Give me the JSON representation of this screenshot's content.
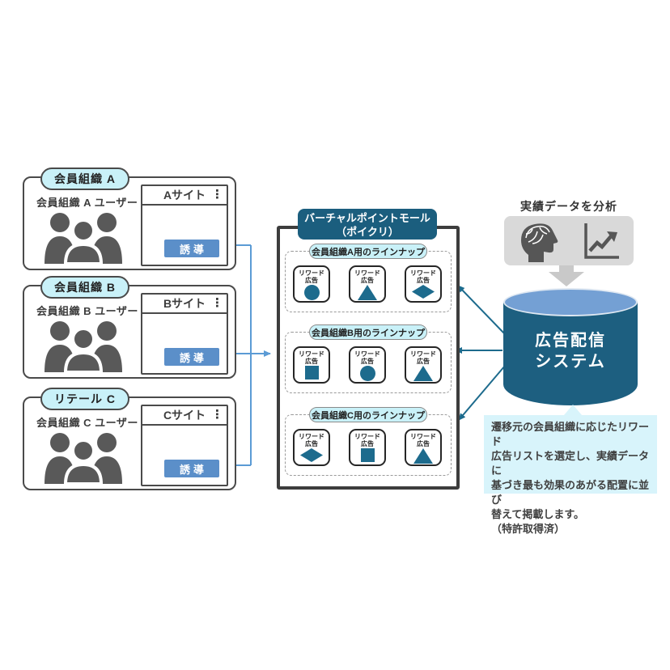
{
  "colors": {
    "accent_teal": "#1b5e7e",
    "cylinder_body": "#1d5f80",
    "cylinder_top": "#74a0d4",
    "shape_teal": "#1d6b8d",
    "button_blue": "#5b8fc9",
    "connector_blue": "#5b9bd5",
    "arrow_teal": "#1d6b8d",
    "pill_cyan": "#c9f1f8",
    "callout_cyan": "#d8f4fb",
    "icon_box_gray": "#d9d9d9",
    "icon_gray": "#565656",
    "people_gray": "#595959"
  },
  "icons": {
    "kebab_menu": "⋮",
    "users_group": "three-users-silhouette",
    "brain": "brain-in-head-profile",
    "chart": "line-chart-up-arrow",
    "down_arrow": "thick-down-arrow",
    "database": "cylinder-database"
  },
  "orgs": [
    {
      "label": "会員組織 A",
      "users_label": "会員組織 A ユーザー",
      "site_title": "Aサイト",
      "button_label": "誘導"
    },
    {
      "label": "会員組織 B",
      "users_label": "会員組織 B ユーザー",
      "site_title": "Bサイト",
      "button_label": "誘導"
    },
    {
      "label": "リテール C",
      "users_label": "会員組織 C ユーザー",
      "site_title": "Cサイト",
      "button_label": "誘導"
    }
  ],
  "mall": {
    "title_line1": "バーチャルポイントモール",
    "title_line2": "（ポイクリ）",
    "card_label_line1": "リワード",
    "card_label_line2": "広告",
    "lineups": [
      {
        "label": "会員組織A用のラインナップ",
        "shapes": [
          "circle",
          "triangle",
          "diamond"
        ]
      },
      {
        "label": "会員組織B用のラインナップ",
        "shapes": [
          "square",
          "circle",
          "triangle"
        ]
      },
      {
        "label": "会員組織C用のラインナップ",
        "shapes": [
          "diamond",
          "square",
          "triangle"
        ]
      }
    ]
  },
  "analysis": {
    "label": "実績データを分析"
  },
  "system": {
    "title_line1": "広告配信",
    "title_line2": "システム"
  },
  "callout": {
    "lines": [
      "遷移元の会員組織に応じたリワード",
      "広告リストを選定し、実績データに",
      "基づき最も効果のあがる配置に並び",
      "替えて掲載します。",
      "（特許取得済）"
    ]
  }
}
